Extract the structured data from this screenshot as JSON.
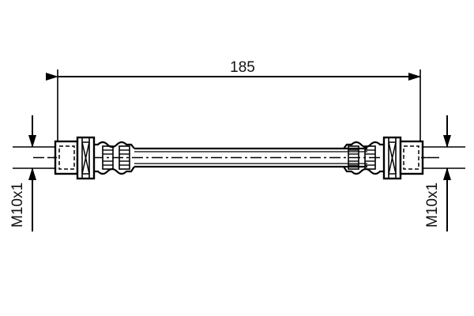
{
  "drawing": {
    "type": "technical-line-drawing",
    "subject": "brake-hose-assembly",
    "background_color": "#ffffff",
    "line_color": "#000000",
    "dimensions": {
      "length": {
        "value": "185",
        "orientation": "horizontal",
        "arrow_style": "double-ended-filled",
        "position": "top"
      },
      "left_thread": {
        "value": "M10x1",
        "orientation": "vertical-rotated",
        "arrow_style": "double-ended-filled-inward",
        "position": "left"
      },
      "right_thread": {
        "value": "M10x1",
        "orientation": "vertical-rotated",
        "arrow_style": "double-ended-filled-inward",
        "position": "right"
      }
    },
    "components": [
      {
        "name": "left-thread-fitting",
        "label": "M10x1"
      },
      {
        "name": "left-hex-nut",
        "label": ""
      },
      {
        "name": "left-crimp-ferrule",
        "label": ""
      },
      {
        "name": "hose-body",
        "label": ""
      },
      {
        "name": "right-crimp-ferrule",
        "label": ""
      },
      {
        "name": "right-hex-nut",
        "label": ""
      },
      {
        "name": "right-thread-fitting",
        "label": "M10x1"
      }
    ],
    "centerline_style": "dash-dot"
  }
}
